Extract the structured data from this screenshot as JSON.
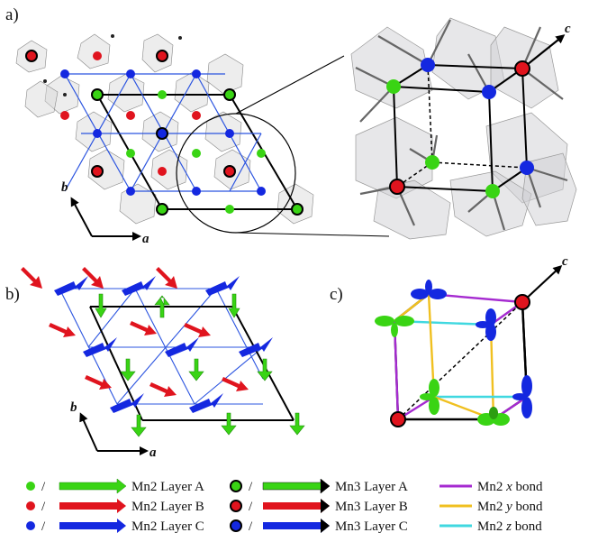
{
  "panels": {
    "a": "a)",
    "b": "b)",
    "c": "c)"
  },
  "axes": {
    "a": "a",
    "b": "b",
    "c": "c"
  },
  "legend": {
    "sep": "/",
    "mn2_layer_a": "Mn2 Layer A",
    "mn2_layer_b": "Mn2 Layer B",
    "mn2_layer_c": "Mn2 Layer C",
    "mn3_layer_a": "Mn3 Layer A",
    "mn3_layer_b": "Mn3 Layer B",
    "mn3_layer_c": "Mn3 Layer C",
    "bond_x_prefix": "Mn2",
    "bond_x_axis": "x",
    "bond_x_suffix": "bond",
    "bond_y_prefix": "Mn2",
    "bond_y_axis": "y",
    "bond_y_suffix": "bond",
    "bond_z_prefix": "Mn2",
    "bond_z_axis": "z",
    "bond_z_suffix": "bond"
  },
  "colors": {
    "layer_a": "#39d414",
    "layer_b": "#e0141e",
    "layer_c": "#1428e0",
    "bond_x": "#a52ad0",
    "bond_y": "#f0c020",
    "bond_z": "#40d8e0",
    "lattice_blue": "#2b54e0",
    "frame": "#000000"
  }
}
